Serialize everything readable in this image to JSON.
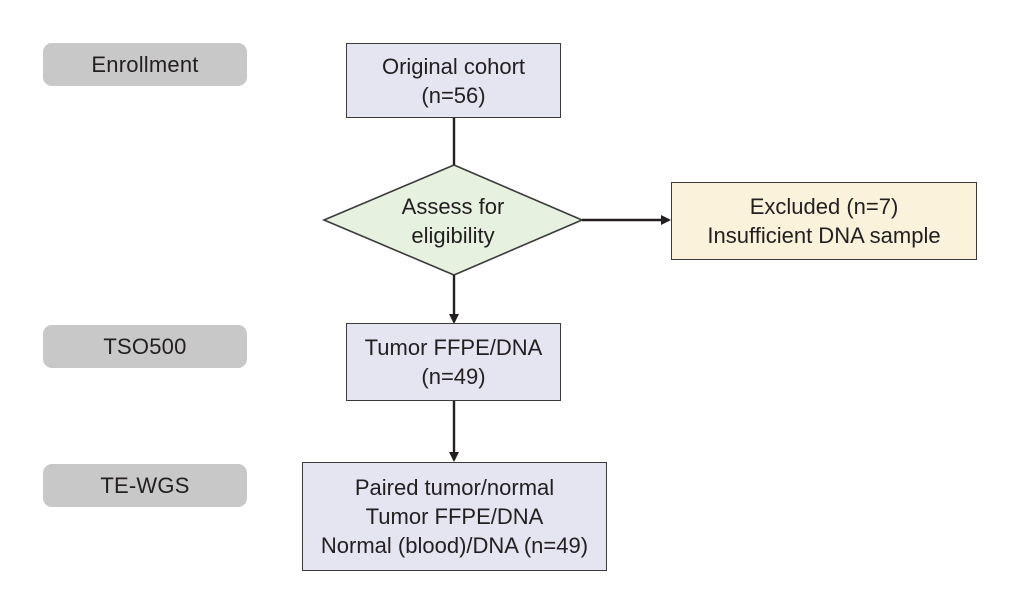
{
  "stages": {
    "enrollment": "Enrollment",
    "tso500": "TSO500",
    "te_wgs": "TE-WGS"
  },
  "nodes": {
    "original_cohort": [
      "Original cohort",
      "(n=56)"
    ],
    "assess": [
      "Assess for",
      "eligibility"
    ],
    "excluded": [
      "Excluded (n=7)",
      "Insufficient DNA sample"
    ],
    "tumor_ffpe": [
      "Tumor FFPE/DNA",
      "(n=49)"
    ],
    "paired": [
      "Paired tumor/normal",
      "Tumor FFPE/DNA",
      "Normal (blood)/DNA (n=49)"
    ]
  },
  "colors": {
    "stage_fill": "#c8c8c8",
    "process_fill": "#e4e5f1",
    "decision_fill": "#e6f1e0",
    "excluded_fill": "#faf2da",
    "stroke": "#231f20"
  }
}
